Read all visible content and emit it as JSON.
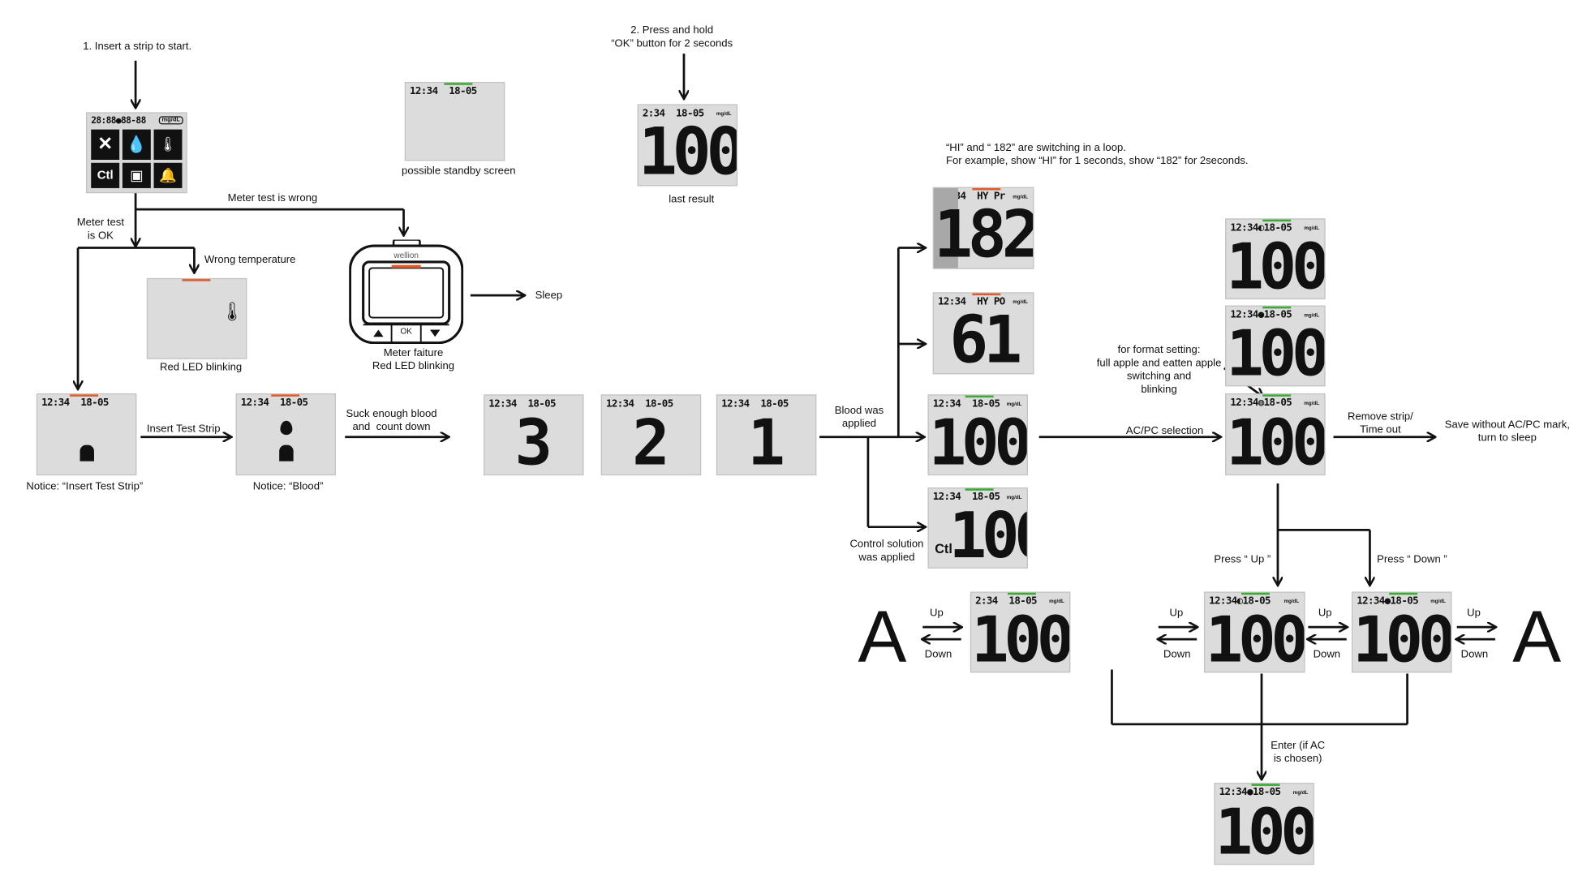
{
  "colors": {
    "led_green": "#3aaa35",
    "led_red": "#e05a2b",
    "lcd_bg": "#dcdcdc",
    "line": "#111111"
  },
  "labels": {
    "start": "1. Insert a strip to start.",
    "standby": "possible standby screen",
    "press_hold": "2. Press and hold\n“OK” button for 2 seconds",
    "last_result": "last result",
    "loop_note": "“HI” and “ 182” are switching in a loop.\nFor example, show “HI” for 1 seconds, show “182” for 2seconds.",
    "meter_wrong": "Meter test is wrong",
    "meter_ok": "Meter test\nis OK",
    "wrong_temp": "Wrong temperature",
    "red_led": "Red LED blinking",
    "meter_failure": "Meter faiture\nRed LED blinking",
    "sleep": "Sleep",
    "insert_test_strip": "Insert Test Strip",
    "notice_insert": "Notice: “Insert Test Strip”",
    "notice_blood": "Notice: “Blood”",
    "suck_blood": "Suck enough blood\nand  count down",
    "blood_applied": "Blood was\napplied",
    "control_applied": "Control solution\nwas applied",
    "acpc_selection": "AC/PC selection",
    "format_setting": "for format setting:\nfull apple and eatten apple\nswitching and\nblinking",
    "remove_strip": "Remove strip/\nTime out",
    "save_without": "Save without AC/PC mark,\nturn to sleep",
    "press_up": "Press “ Up ”",
    "press_down": "Press “ Down ”",
    "up": "Up",
    "down": "Down",
    "enter": "Enter (if AC\nis chosen)",
    "big_a": "A"
  },
  "device": {
    "brand": "wellion",
    "ok": "OK",
    "up_icon": "up-triangle-icon",
    "down_icon": "down-triangle-icon"
  },
  "screens": {
    "time": "12:34",
    "time_short": "2:34",
    "date": "18-05",
    "date_test": "88-88",
    "time_test": "28:88",
    "unit": "mg/dL",
    "result": "100",
    "hi_value": "182",
    "lo_value": "61",
    "hypr": "HY Pr",
    "hypo": "HY PO",
    "ctl": "Ctl",
    "count3": "3",
    "count2": "2",
    "count1": "1"
  }
}
